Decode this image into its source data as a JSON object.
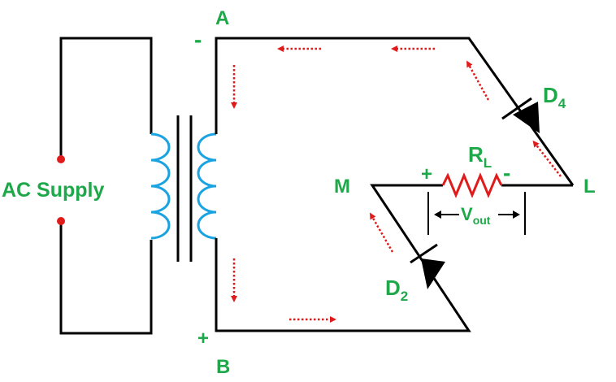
{
  "labels": {
    "supply": "AC Supply",
    "node_a": "A",
    "node_b": "B",
    "node_m": "M",
    "node_l": "L",
    "sign_a": "-",
    "sign_b": "+",
    "rl_main": "R",
    "rl_sub": "L",
    "rl_plus": "+",
    "rl_minus": "-",
    "d4_main": "D",
    "d4_sub": "4",
    "d2_main": "D",
    "d2_sub": "2",
    "vout_main": "V",
    "vout_sub": "out"
  },
  "colors": {
    "wire": "#000000",
    "coil": "#1aa3e0",
    "resistor": "#e01b1b",
    "arrow": "#e01b1b",
    "terminal": "#e01b1b",
    "label": "#1ea84a"
  },
  "arrows": [
    {
      "id": "top-right",
      "dir": "left"
    },
    {
      "id": "top-left",
      "dir": "left"
    },
    {
      "id": "a-down",
      "dir": "down"
    },
    {
      "id": "b-down",
      "dir": "down"
    },
    {
      "id": "bottom",
      "dir": "right"
    },
    {
      "id": "upper-diag",
      "dir": "up-left"
    },
    {
      "id": "lower-diag-1",
      "dir": "up-left"
    },
    {
      "id": "lower-diag-2",
      "dir": "up-left"
    }
  ]
}
